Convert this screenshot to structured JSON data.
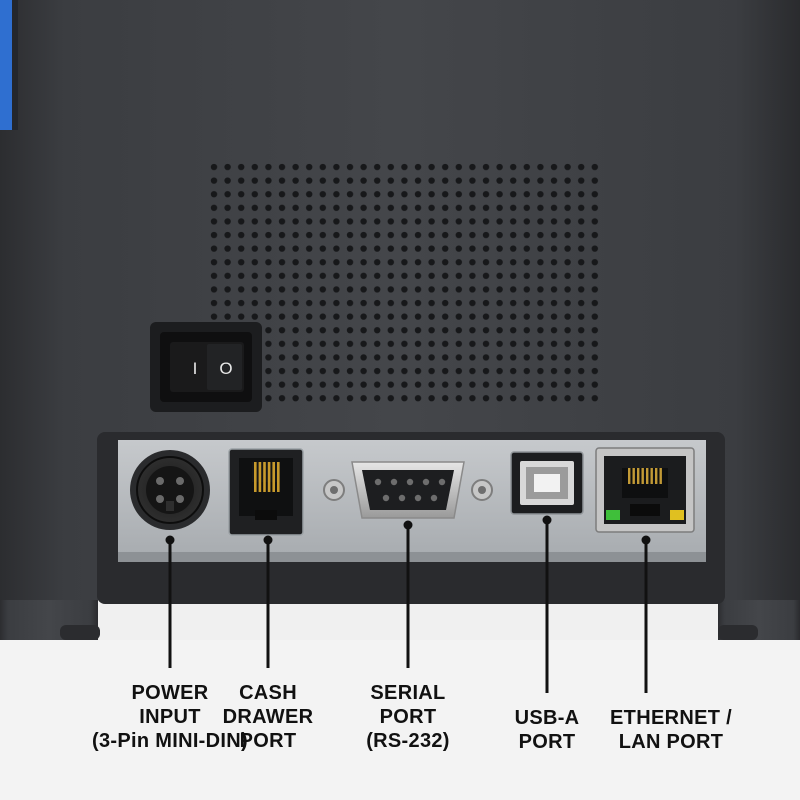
{
  "device": {
    "power_switch_symbols": {
      "on": "I",
      "off": "O"
    },
    "colors": {
      "case": "#3d3f43",
      "plate": "#b8bcc0",
      "accent_blue": "#2f6fd0",
      "led_green": "#3fbf3a",
      "led_yellow": "#e0c020"
    }
  },
  "labels": {
    "power": {
      "line1": "POWER",
      "line2": "INPUT",
      "line3": "(3-Pin MINI-DIN)"
    },
    "cash": {
      "line1": "CASH",
      "line2": "DRAWER",
      "line3": "PORT"
    },
    "serial": {
      "line1": "SERIAL",
      "line2": "PORT",
      "line3": "(RS-232)"
    },
    "usb": {
      "line1": "USB-A",
      "line2": "PORT"
    },
    "ethernet": {
      "line1": "ETHERNET /",
      "line2": "LAN PORT"
    }
  }
}
